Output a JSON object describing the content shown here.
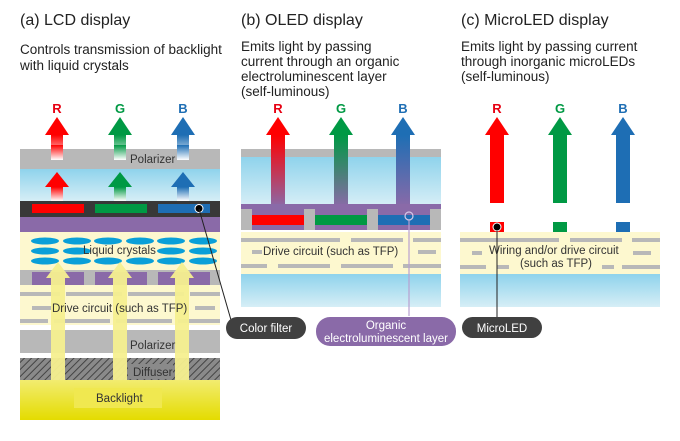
{
  "colors": {
    "red": "#ff0000",
    "green": "#009944",
    "blue": "#1e6eb4",
    "purple": "#8a6aa8",
    "polarizer": "#b8b8b8",
    "glass": "#a8dcee",
    "circuit_bg": "#fdf8cf",
    "backlight": "#f0e830",
    "color_filter_bg": "#383838",
    "lc_ellipse": "#0a9fd8",
    "callout_dark": "#404040"
  },
  "panels": [
    {
      "id": "lcd",
      "title": "(a) LCD display",
      "description": [
        "Controls transmission of backlight",
        "with liquid crystals"
      ],
      "rgb_labels": [
        "R",
        "G",
        "B"
      ],
      "layers": {
        "polarizer_top": "Polarizer",
        "liquid_crystals": "Liquid crystals",
        "drive_circuit": "Drive circuit (such as TFP)",
        "polarizer_bottom": "Polarizer",
        "diffuser": "Diffuser",
        "backlight": "Backlight"
      },
      "callout": "Color filter"
    },
    {
      "id": "oled",
      "title": "(b) OLED display",
      "description": [
        "Emits light by passing",
        "current through an organic",
        "electroluminescent layer",
        "(self-luminous)"
      ],
      "rgb_labels": [
        "R",
        "G",
        "B"
      ],
      "layers": {
        "drive_circuit": "Drive circuit (such as TFP)"
      },
      "callout": [
        "Organic",
        "electroluminescent layer"
      ]
    },
    {
      "id": "microled",
      "title": "(c) MicroLED display",
      "description": [
        "Emits light by passing current",
        "through inorganic microLEDs",
        "(self-luminous)"
      ],
      "rgb_labels": [
        "R",
        "G",
        "B"
      ],
      "layers": {
        "drive_circuit": [
          "Wiring and/or drive circuit",
          "(such as TFP)"
        ]
      },
      "callout": "MicroLED"
    }
  ]
}
